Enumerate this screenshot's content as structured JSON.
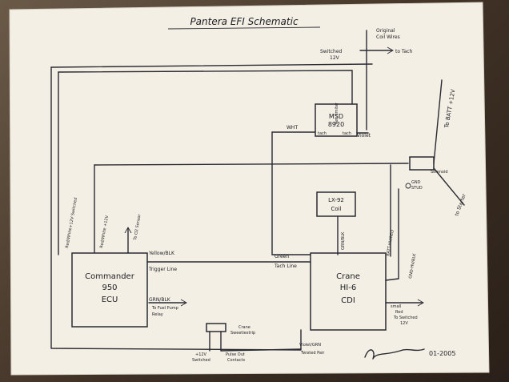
{
  "title": "Pantera EFI Schematic",
  "components": {
    "ecu": {
      "line1": "Commander",
      "line2": "950",
      "line3": "ECU"
    },
    "cdi": {
      "line1": "Crane",
      "line2": "HI-6",
      "line3": "CDI"
    },
    "msd": {
      "line1": "MSD",
      "line2": "8920",
      "top_label": "Rev limiter",
      "left_label": "tach",
      "right_label": "tach"
    },
    "coil": {
      "line1": "LX-92",
      "line2": "Coil"
    },
    "solenoid": {
      "label": "Solenoid"
    },
    "strip": {
      "line1": "Crane",
      "line2": "Sweetiestrip"
    }
  },
  "labels": {
    "original_coil_wires": "Original",
    "original_coil_wires_2": "Coil Wires",
    "switched_12v": "Switched",
    "switched_12v_2": "12V",
    "to_tach": "to Tach",
    "to_batt": "To BATT +12V",
    "to_starter": "to Starter",
    "wht": "WHT",
    "violet": "Violet",
    "red_white": "Red/White+12V Switched",
    "red_white_2": "Red/White +12V",
    "to_o2": "To O2 Sensor",
    "yellow_blk": "Yellow/BLK",
    "trigger": "Trigger Line",
    "green": "Green",
    "tach_line": "Tach Line",
    "grn_blk": "GRN/BLK",
    "to_fuel": "To Fuel Pump",
    "relay": "Relay",
    "grn_blk_coil": "GRN/BLK",
    "batt_hv": "BATT-HV/RED",
    "gnd_hv": "GND-HV/BLK",
    "gnd_stud": "GND",
    "gnd_stud_2": "STUD",
    "small_red": "small",
    "small_red_2": "Red",
    "small_red_3": "To Switched",
    "small_red_4": "12V",
    "violet_grn": "Violet/GRN",
    "twisted": "Twisted Pair",
    "plus12_switched": "+12V",
    "plus12_switched_2": "Switched",
    "pulse_contacts": "Pulse Out",
    "pulse_contacts_2": "Contacts"
  },
  "signature": {
    "date": "01-2005"
  }
}
